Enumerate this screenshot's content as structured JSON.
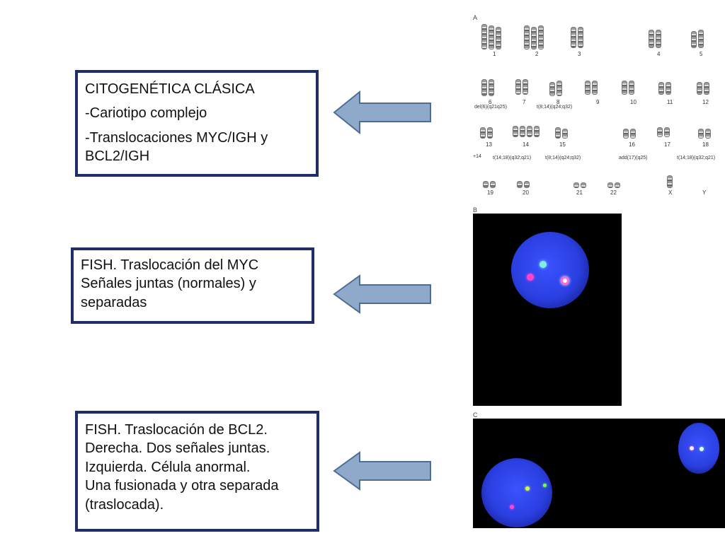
{
  "box1": {
    "lines": [
      "CITOGENÉTICA CLÁSICA",
      "-Cariotipo complejo",
      "-Translocaciones MYC/IGH y",
      "BCL2/IGH"
    ]
  },
  "box2": {
    "lines": [
      "FISH. Traslocación del MYC",
      "Señales juntas (normales)  y",
      "separadas"
    ]
  },
  "box3": {
    "lines": [
      "FISH. Traslocación de  BCL2.",
      "Derecha. Dos señales juntas.",
      "Izquierda. Célula anormal.",
      "Una fusionada y otra separada",
      "(traslocada)."
    ]
  },
  "karyotype": {
    "panel_label": "A",
    "chromosome_labels": [
      "1",
      "2",
      "3",
      "4",
      "5",
      "6",
      "7",
      "8",
      "9",
      "10",
      "11",
      "12",
      "13",
      "14",
      "15",
      "16",
      "17",
      "18",
      "19",
      "20",
      "21",
      "22",
      "X",
      "Y"
    ],
    "annotations": [
      "del(6)(q21q25)",
      "t(8;14)(q24;q32)",
      "+14",
      "t(14;18)(q32;q21)",
      "t(8;14)(q24;q32)",
      "add(17)(q25)",
      "t(14;18)(q32;q21)"
    ]
  },
  "fish_b": {
    "panel_label": "B"
  },
  "fish_c": {
    "panel_label": "C"
  },
  "colors": {
    "box_border": "#1f2d6b",
    "arrow_fill": "#8ea9c9",
    "arrow_stroke": "#4f6d94",
    "nucleus_blue": "#2a3fe0"
  }
}
